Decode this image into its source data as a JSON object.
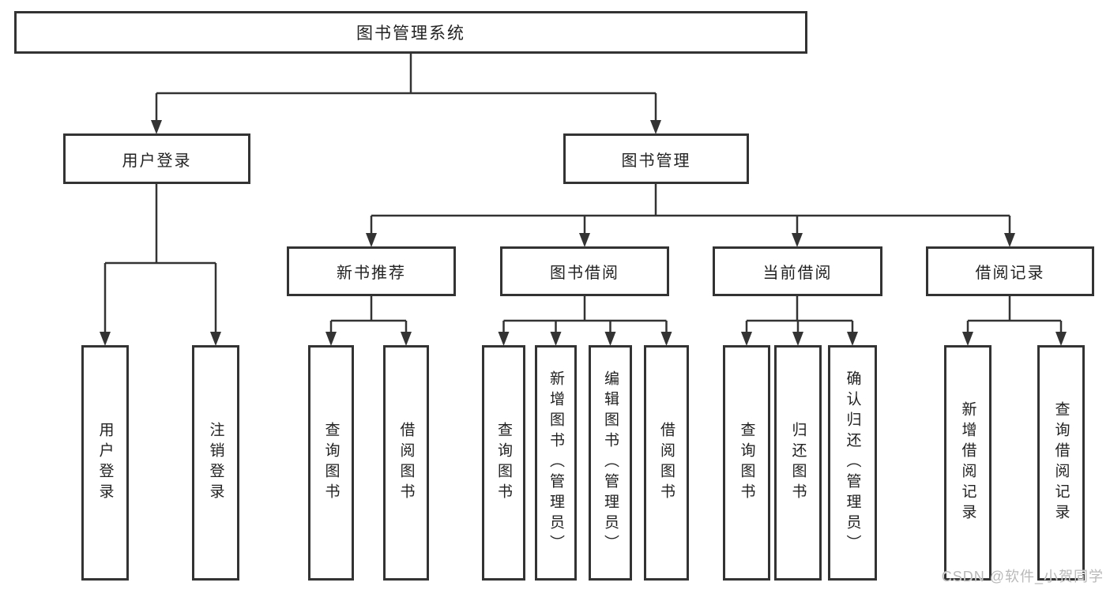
{
  "diagram": {
    "title": "图书管理系统",
    "level2": [
      {
        "label": "用户登录",
        "children": [
          {
            "label": "用户登录"
          },
          {
            "label": "注销登录"
          }
        ]
      },
      {
        "label": "图书管理",
        "children": [
          {
            "label": "新书推荐",
            "children": [
              {
                "label": "查询图书"
              },
              {
                "label": "借阅图书"
              }
            ]
          },
          {
            "label": "图书借阅",
            "children": [
              {
                "label": "查询图书"
              },
              {
                "label": "新增图书（管理员）"
              },
              {
                "label": "编辑图书（管理员）"
              },
              {
                "label": "借阅图书"
              }
            ]
          },
          {
            "label": "当前借阅",
            "children": [
              {
                "label": "查询图书"
              },
              {
                "label": "归还图书"
              },
              {
                "label": "确认归还（管理员）"
              }
            ]
          },
          {
            "label": "借阅记录",
            "children": [
              {
                "label": "新增借阅记录"
              },
              {
                "label": "查询借阅记录"
              }
            ]
          }
        ]
      }
    ]
  },
  "watermark": {
    "text": "CSDN @软件_小贺同学"
  },
  "colors": {
    "line": "#333333",
    "box_border": "#333333",
    "box_background": "#ffffff",
    "text": "#222222",
    "watermark": "#b9b9b9"
  }
}
